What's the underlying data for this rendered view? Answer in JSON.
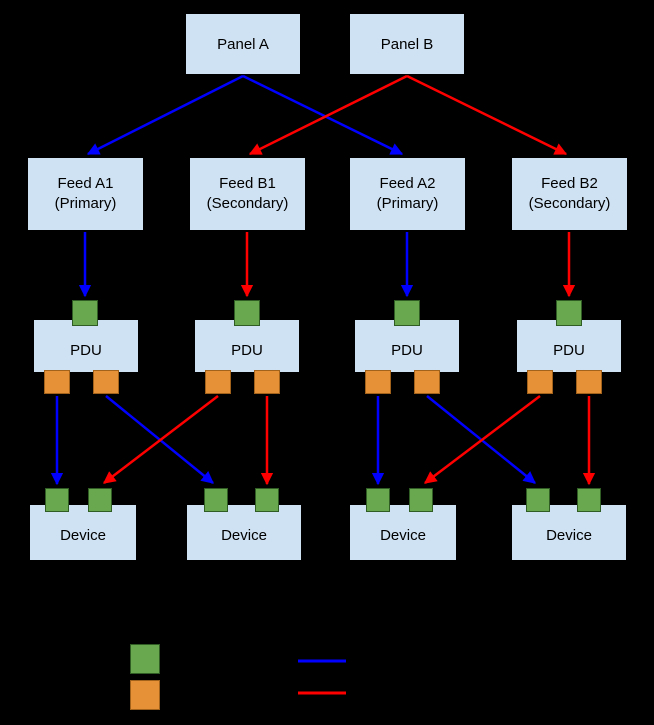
{
  "colors": {
    "background": "#000000",
    "box_fill": "#cfe2f3",
    "box_text": "#000000",
    "primary_path_blue": "#0000ff",
    "secondary_path_red": "#ff0000",
    "input_port_green": "#6aa84f",
    "output_port_orange": "#e69138"
  },
  "panels": [
    {
      "label": "Panel A"
    },
    {
      "label": "Panel B"
    }
  ],
  "feeds": [
    {
      "name": "Feed A1",
      "type": "(Primary)"
    },
    {
      "name": "Feed B1",
      "type": "(Secondary)"
    },
    {
      "name": "Feed A2",
      "type": "(Primary)"
    },
    {
      "name": "Feed B2",
      "type": "(Secondary)"
    }
  ],
  "pdus": [
    {
      "label": "PDU"
    },
    {
      "label": "PDU"
    },
    {
      "label": "PDU"
    },
    {
      "label": "PDU"
    }
  ],
  "devices": [
    {
      "label": "Device"
    },
    {
      "label": "Device"
    },
    {
      "label": "Device"
    },
    {
      "label": "Device"
    }
  ],
  "legend": {
    "swatches": [
      {
        "icon": "green-square-icon"
      },
      {
        "icon": "orange-square-icon"
      },
      {
        "icon": "blue-line-icon"
      },
      {
        "icon": "red-line-icon"
      }
    ]
  }
}
